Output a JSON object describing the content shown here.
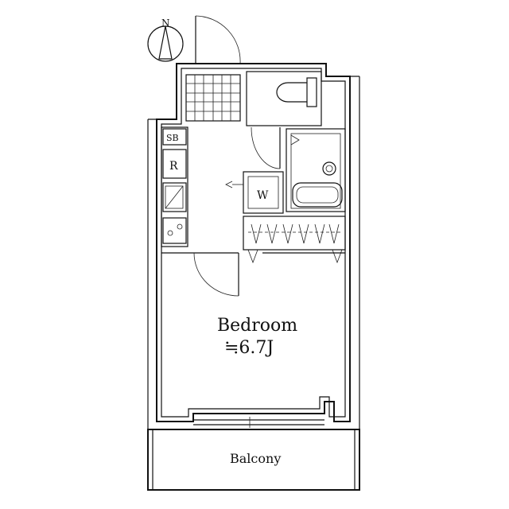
{
  "compass": {
    "north_label": "N"
  },
  "rooms": {
    "bedroom_name": "Bedroom",
    "bedroom_area": "≒6.7J",
    "balcony": "Balcony"
  },
  "fixtures": {
    "shoe_box": "SB",
    "refrigerator": "R",
    "washer": "W"
  }
}
